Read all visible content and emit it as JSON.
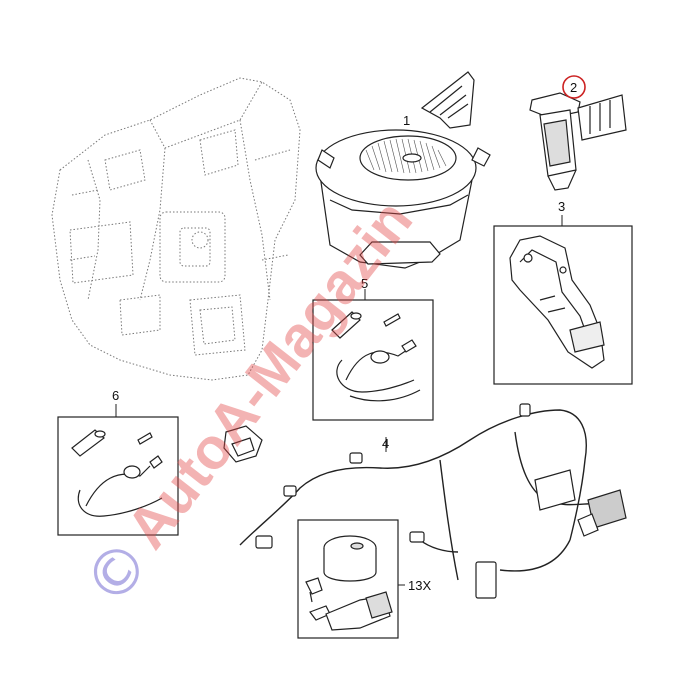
{
  "diagram": {
    "callouts": {
      "blower_motor": "1",
      "resistor": "2",
      "resistor_housing": "3",
      "wiring_harness": "4",
      "repair_kit_5": "5",
      "repair_kit_6": "6",
      "damper": "13X"
    },
    "highlight_color": "#cc2222"
  },
  "watermark": {
    "symbol": "©",
    "text": "AutoA-Magazin",
    "colors": {
      "text": "#e24a4a",
      "symbol": "#4b3fc4"
    }
  }
}
